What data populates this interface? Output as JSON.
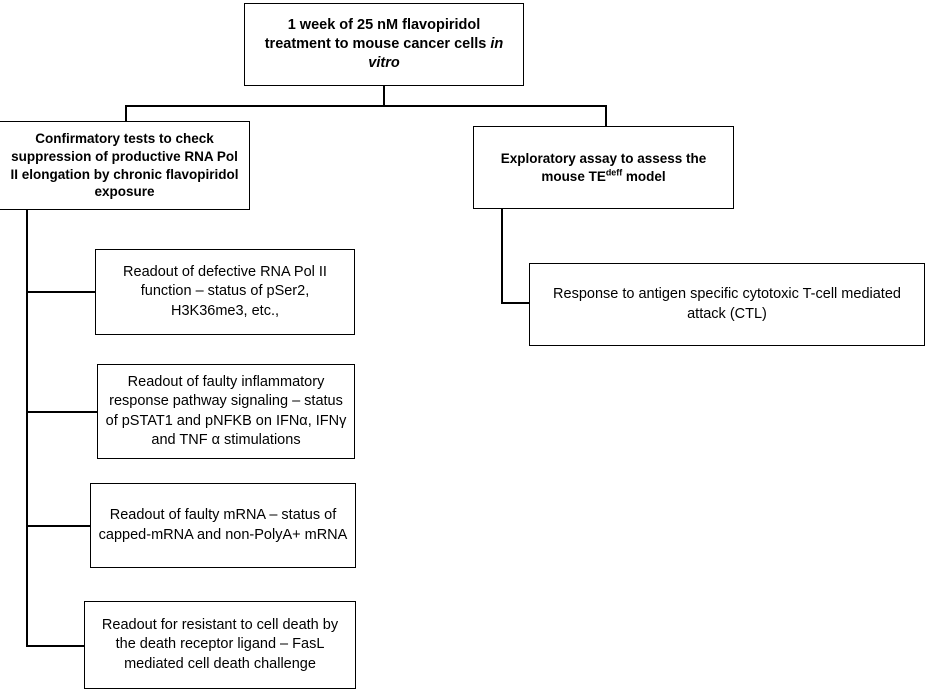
{
  "diagram": {
    "title_text": "1 week of 25 nM flavopiridol treatment to mouse cancer cells in vitro",
    "nodes": {
      "root": {
        "label": "1 week of 25 nM flavopiridol treatment to mouse cancer cells in vitro",
        "line1": "1 week of 25 nM flavopiridol",
        "line2": "treatment to mouse cancer cells ",
        "line2_italic": "in",
        "line3_italic": "vitro"
      },
      "branch_left": {
        "label": "Confirmatory tests to check suppression of productive RNA Pol II elongation by chronic flavopiridol exposure"
      },
      "branch_right": {
        "label_part1": "Exploratory assay to assess the mouse TE",
        "label_sup": "deff",
        "label_part2": " model",
        "label": "Exploratory assay to assess the mouse TEdeff model"
      },
      "readout_1": {
        "label": "Readout of defective RNA Pol II function – status of pSer2, H3K36me3, etc.,"
      },
      "readout_2": {
        "label": "Readout of faulty inflammatory response pathway signaling – status of pSTAT1 and pNFKB on IFNα, IFNγ and TNF α stimulations"
      },
      "readout_3": {
        "label": "Readout of faulty mRNA – status of capped-mRNA and non-PolyA+ mRNA"
      },
      "readout_4": {
        "label": "Readout for resistant to cell death by the death receptor ligand – FasL mediated cell death challenge"
      },
      "readout_ctl": {
        "label": "Response to antigen specific cytotoxic T-cell mediated attack (CTL)"
      }
    },
    "colors": {
      "stroke": "#000000",
      "background": "#ffffff",
      "text": "#000000"
    }
  }
}
